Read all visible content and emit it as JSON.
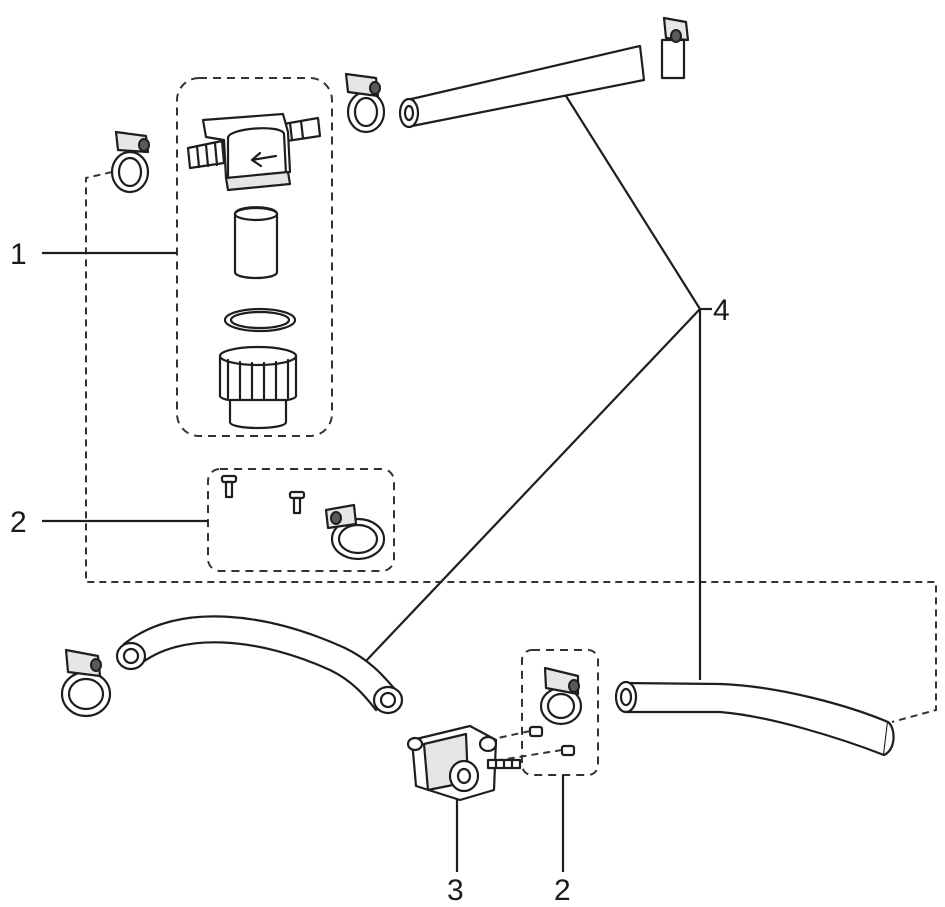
{
  "callouts": {
    "c1": "1",
    "c2_left": "2",
    "c4": "4",
    "c3": "3",
    "c2_bottom": "2"
  },
  "colors": {
    "ink": "#1e1e1e",
    "background": "#ffffff"
  }
}
